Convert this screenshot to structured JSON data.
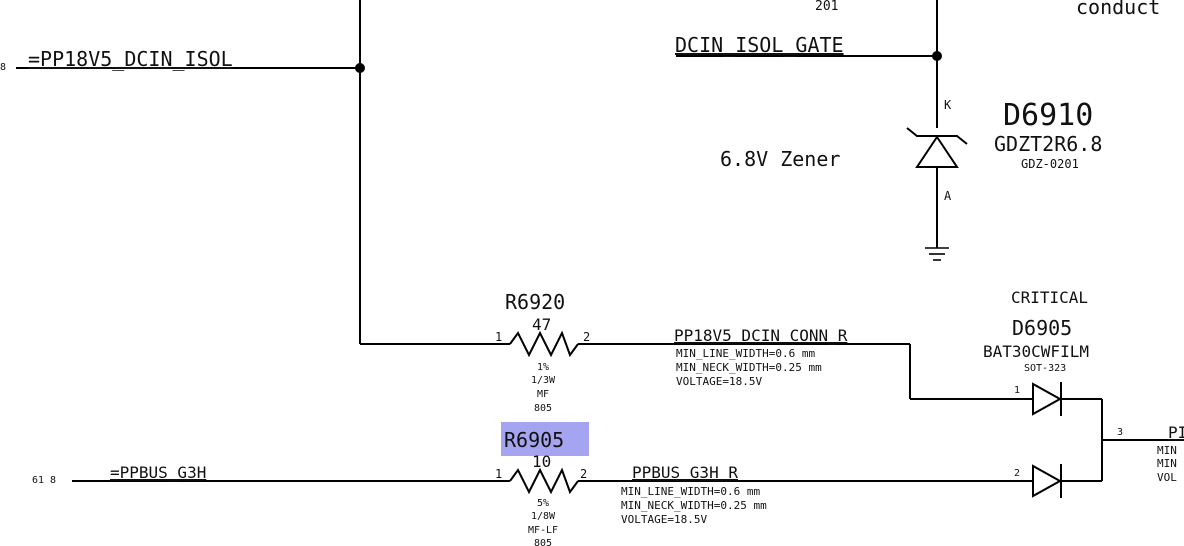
{
  "highlight_color": "#a4a4f0",
  "nets": {
    "dcin_isol": "=PP18V5_DCIN_ISOL",
    "dcin_isol_ref": "8",
    "ppbus_g3h": "=PPBUS_G3H",
    "ppbus_g3h_ref": "61 8",
    "gate": "DCIN_ISOL_GATE",
    "conn_r": "PP18V5_DCIN_CONN_R",
    "g3h_r": "PPBUS_G3H_R",
    "right_net_partial": "PI",
    "top_partial_num": "201",
    "top_partial_text": "conduct"
  },
  "constraints": {
    "conn_r": [
      "MIN_LINE_WIDTH=0.6 mm",
      "MIN_NECK_WIDTH=0.25 mm",
      "VOLTAGE=18.5V"
    ],
    "g3h_r": [
      "MIN_LINE_WIDTH=0.6 mm",
      "MIN_NECK_WIDTH=0.25 mm",
      "VOLTAGE=18.5V"
    ],
    "right_partial": [
      "MIN",
      "MIN",
      "VOL"
    ]
  },
  "components": {
    "r6920": {
      "ref": "R6920",
      "value": "47",
      "pin1": "1",
      "pin2": "2",
      "specs": [
        "1%",
        "1/3W",
        "MF",
        "805"
      ]
    },
    "r6905": {
      "ref": "R6905",
      "value": "10",
      "pin1": "1",
      "pin2": "2",
      "specs": [
        "5%",
        "1/8W",
        "MF-LF",
        "805"
      ]
    },
    "d6910": {
      "ref": "D6910",
      "part": "GDZT2R6.8",
      "pkg": "GDZ-0201",
      "label": "6.8V Zener",
      "pin_k": "K",
      "pin_a": "A"
    },
    "d6905": {
      "ref": "D6905",
      "part": "BAT30CWFILM",
      "pkg": "SOT-323",
      "tag": "CRITICAL",
      "pin1": "1",
      "pin2": "2",
      "pin3": "3"
    }
  }
}
